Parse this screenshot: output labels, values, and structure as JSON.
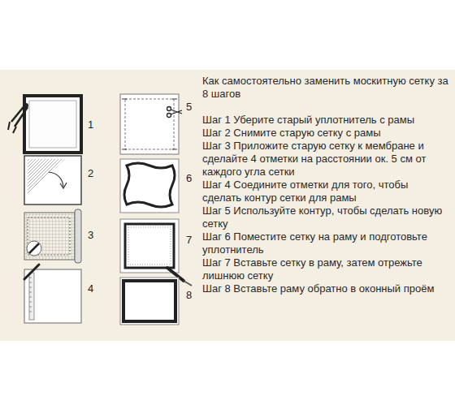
{
  "diagram": {
    "title": "Как самостоятельно заменить москитную сетку за 8 шагов",
    "labels": [
      "1",
      "2",
      "3",
      "4",
      "5",
      "6",
      "7",
      "8",
      "Шаг 1 Уберите старый уплотнитель с рамы",
      "Шаг 2 Снимите старую сетку с рамы",
      "Шаг 3 Приложите старую сетку к мембране и сделайте 4 отметки на расстоянии ок. 5 см от каждого угла сетки",
      "Шаг 4 Соедините отметки для того, чтобы сделать контур сетки для рамы",
      "Шаг 5 Используйте контур, чтобы сделать новую сетку",
      "Шаг 6 Поместите сетку на раму и подготовьте уплотнитель",
      "Шаг 7 Вставьте сетку в раму, затем отрежьте лишнюю сетку",
      "Шаг 8 Вставьте раму обратно в оконный проём"
    ]
  }
}
